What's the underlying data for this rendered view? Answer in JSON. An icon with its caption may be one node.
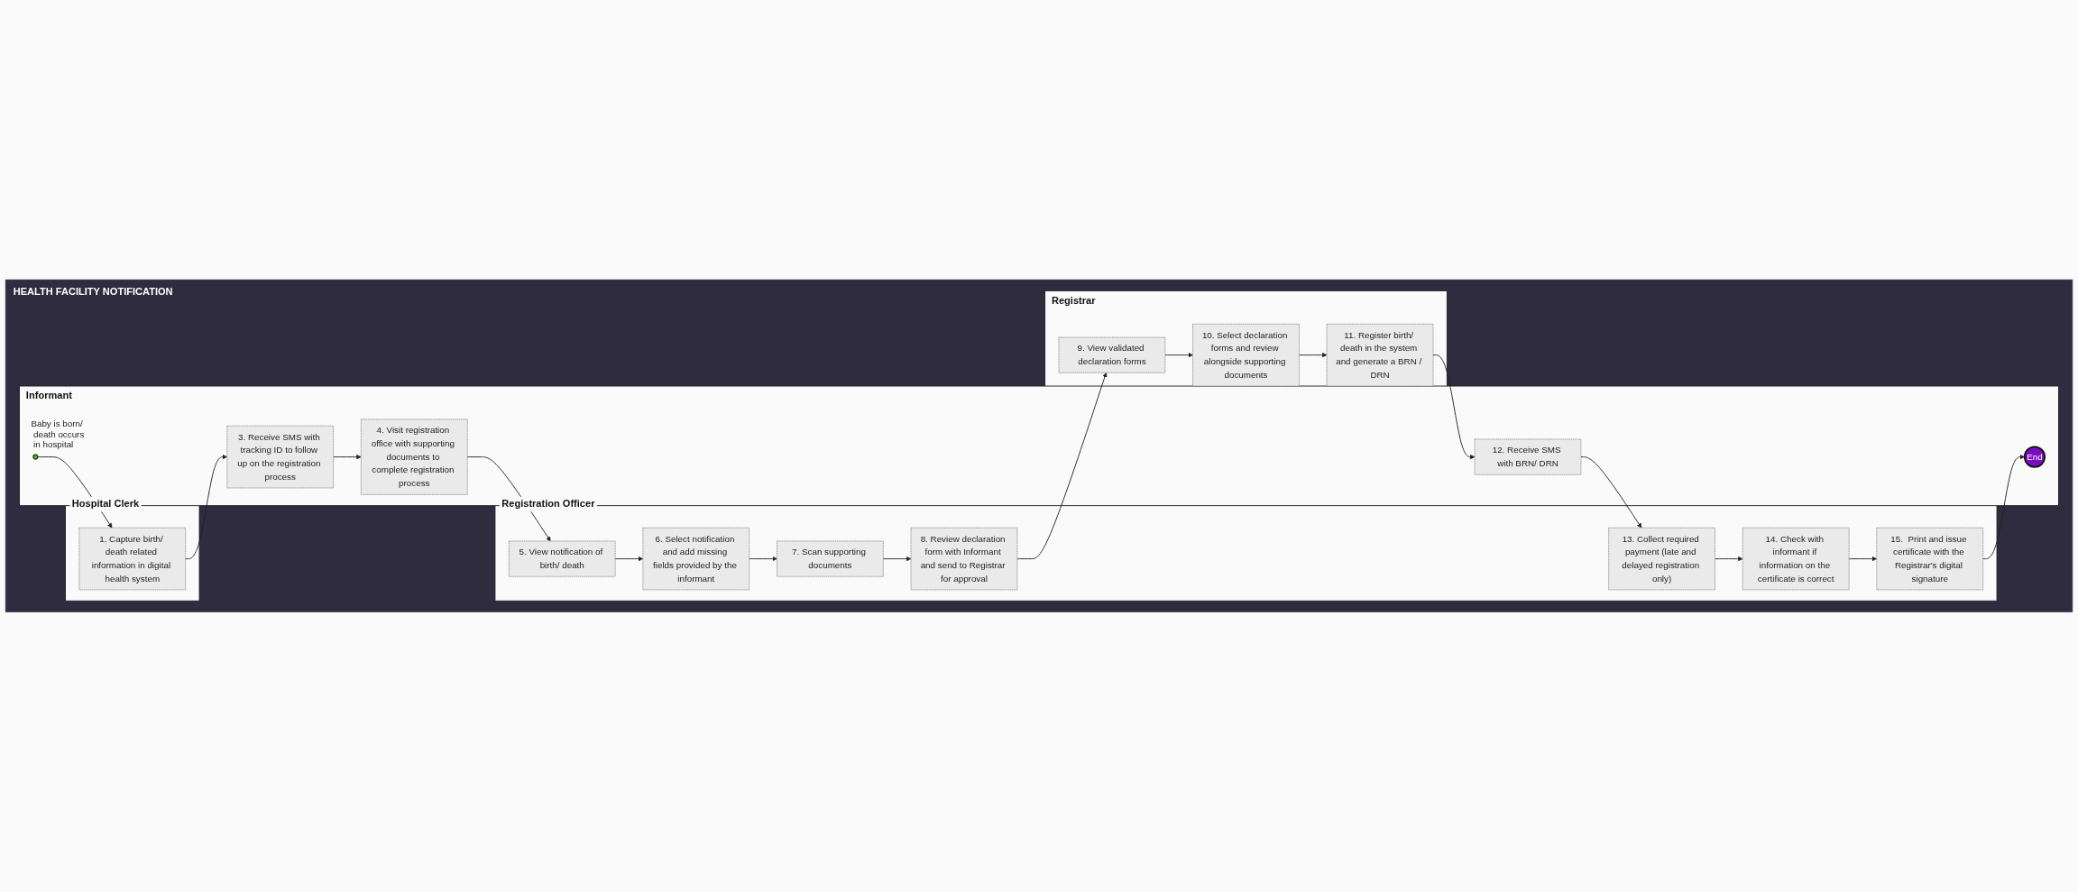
{
  "diagram": {
    "nodes": [
      {
        "text": [
          "HEALTH FACILITY NOTIFICATION"
        ]
      },
      {
        "text": [
          "Informant"
        ],
        "in": 0
      },
      {
        "text": [],
        "shape": "circle",
        "beside": [
          "Baby is born/ death occurs in hospital"
        ],
        "in": 1
      },
      {
        "text": [
          "3. Receive SMS with tracking ID to follow up on the registration process"
        ],
        "in": 1
      },
      {
        "text": [
          "4. Visit registration office with supporting documents to complete registration process"
        ],
        "in": 1
      },
      {
        "text": [
          "12. Receive SMS with BRN/ DRN"
        ],
        "in": 1
      },
      {
        "text": [
          "End"
        ],
        "in": 1
      },
      {
        "text": [
          "Hospital Clerk"
        ],
        "in": 0
      },
      {
        "text": [
          "1. Capture birth/ death related information in digital health system"
        ],
        "in": 7
      },
      {
        "text": [
          "Registration Officer"
        ],
        "in": 0
      },
      {
        "text": [
          "5. View notification of birth/ death"
        ],
        "in": 9
      },
      {
        "text": [
          "6. Select notification and add missing fields provided by the informant"
        ],
        "in": 9
      },
      {
        "text": [
          "7. Scan supporting documents"
        ],
        "in": 9
      },
      {
        "text": [
          "8. Review declaration form with Informant and send to Registrar for approval"
        ],
        "in": 9
      },
      {
        "text": [
          "13. Collect required payment (late and delayed registration only)"
        ],
        "in": 9
      },
      {
        "text": [
          "14. Check with informant if information on the certificate is correct"
        ],
        "in": 9
      },
      {
        "text": [
          "15.  Print and issue certificate with the Registrar's digital signature"
        ],
        "in": 9
      },
      {
        "text": [
          "Registrar"
        ],
        "in": 0
      },
      {
        "text": [
          "9. View validated declaration forms"
        ],
        "in": 17
      },
      {
        "text": [
          "10. Select declaration forms and review alongside supporting documents"
        ],
        "in": 17
      },
      {
        "text": [
          "11. Register birth/ death in the system and generate a BRN / DRN"
        ],
        "in": 17
      }
    ],
    "edges": [
      {
        "from": 2,
        "to": 8,
        "arrow": "to"
      },
      {
        "from": 8,
        "to": 3,
        "arrow": "to"
      },
      {
        "from": 3,
        "to": 4,
        "arrow": "to"
      },
      {
        "from": 4,
        "to": 10,
        "arrow": "to"
      },
      {
        "from": 10,
        "to": 11,
        "arrow": "to"
      },
      {
        "from": 11,
        "to": 12,
        "arrow": "to"
      },
      {
        "from": 12,
        "to": 13,
        "arrow": "to"
      },
      {
        "from": 13,
        "to": 18,
        "arrow": "to"
      },
      {
        "from": 18,
        "to": 19,
        "arrow": "to"
      },
      {
        "from": 19,
        "to": 20,
        "arrow": "to"
      },
      {
        "from": 20,
        "to": 5,
        "arrow": "to"
      },
      {
        "from": 5,
        "to": 14,
        "arrow": "to"
      },
      {
        "from": 14,
        "to": 15,
        "arrow": "to"
      },
      {
        "from": 15,
        "to": 16,
        "arrow": "to"
      },
      {
        "from": 16,
        "to": 6,
        "arrow": "to"
      }
    ]
  }
}
